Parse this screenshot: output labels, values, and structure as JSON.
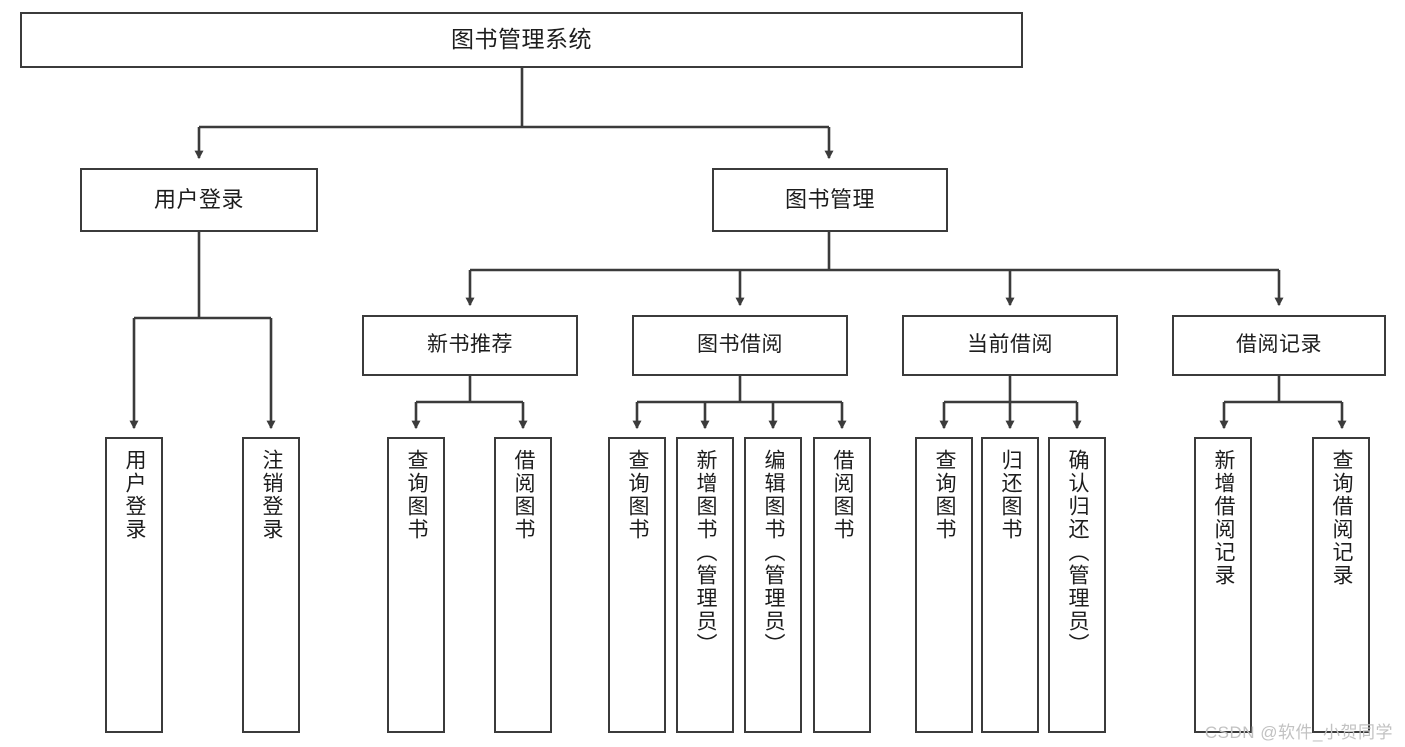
{
  "diagram": {
    "title": "图书管理系统",
    "type": "tree-hierarchy-diagram",
    "watermark": "CSDN @软件_小贺同学",
    "colors": {
      "box_border": "#3b3b3b",
      "box_fill": "#ffffff",
      "edge": "#3b3b3b",
      "text": "#1d1d1d",
      "watermark": "#c2c2c2",
      "background": "#ffffff"
    },
    "root": {
      "label": "图书管理系统"
    },
    "level1": [
      {
        "label": "用户登录"
      },
      {
        "label": "图书管理"
      }
    ],
    "level2": [
      {
        "label": "新书推荐"
      },
      {
        "label": "图书借阅"
      },
      {
        "label": "当前借阅"
      },
      {
        "label": "借阅记录"
      }
    ],
    "leaves": {
      "user_login": [
        {
          "label": "用户登录"
        },
        {
          "label": "注销登录"
        }
      ],
      "new_book_recommend": [
        {
          "label": "查询图书"
        },
        {
          "label": "借阅图书"
        }
      ],
      "book_borrow": [
        {
          "label": "查询图书"
        },
        {
          "label": "新增图书（管理员）"
        },
        {
          "label": "编辑图书（管理员）"
        },
        {
          "label": "借阅图书"
        }
      ],
      "current_borrow": [
        {
          "label": "查询图书"
        },
        {
          "label": "归还图书"
        },
        {
          "label": "确认归还（管理员）"
        }
      ],
      "borrow_record": [
        {
          "label": "新增借阅记录"
        },
        {
          "label": "查询借阅记录"
        }
      ]
    }
  }
}
